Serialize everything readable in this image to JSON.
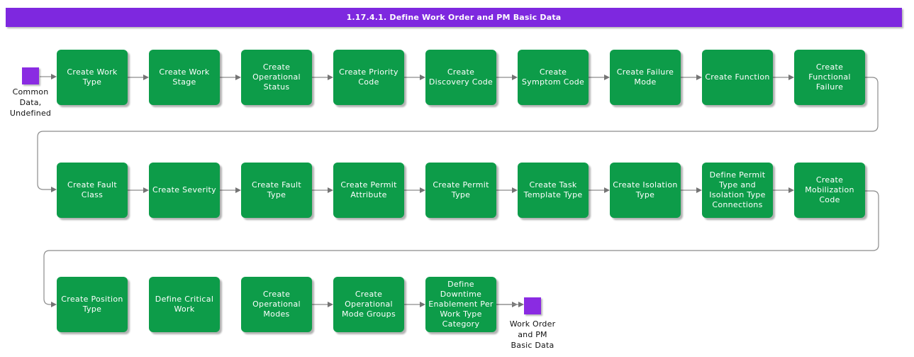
{
  "title": "1.17.4.1. Define Work Order and PM Basic Data",
  "colors": {
    "title_bar": "#7e28df",
    "activity_box": "#0d9c49",
    "activity_text": "#ffffff",
    "data_marker": "#8a2be2",
    "connector": "#8c8c8c"
  },
  "start_node": {
    "label": "Common\nData,\nUndefined"
  },
  "end_node": {
    "label": "Work Order\nand PM\nBasic Data"
  },
  "rows": [
    {
      "boxes": [
        {
          "label": "Create Work\nType",
          "arrow_to_next": true
        },
        {
          "label": "Create Work\nStage",
          "arrow_to_next": true
        },
        {
          "label": "Create\nOperational\nStatus",
          "arrow_to_next": true
        },
        {
          "label": "Create Priority\nCode",
          "arrow_to_next": true
        },
        {
          "label": "Create\nDiscovery Code",
          "arrow_to_next": true
        },
        {
          "label": "Create\nSymptom Code",
          "arrow_to_next": true
        },
        {
          "label": "Create Failure\nMode",
          "arrow_to_next": true
        },
        {
          "label": "Create Function",
          "arrow_to_next": true
        },
        {
          "label": "Create\nFunctional\nFailure",
          "arrow_to_next": false
        }
      ]
    },
    {
      "boxes": [
        {
          "label": "Create Fault\nClass",
          "arrow_to_next": true
        },
        {
          "label": "Create Severity",
          "arrow_to_next": true
        },
        {
          "label": "Create Fault\nType",
          "arrow_to_next": true
        },
        {
          "label": "Create Permit\nAttribute",
          "arrow_to_next": true
        },
        {
          "label": "Create Permit\nType",
          "arrow_to_next": true
        },
        {
          "label": "Create Task\nTemplate Type",
          "arrow_to_next": true
        },
        {
          "label": "Create Isolation\nType",
          "arrow_to_next": true
        },
        {
          "label": "Define Permit\nType and\nIsolation Type\nConnections",
          "arrow_to_next": true
        },
        {
          "label": "Create\nMobilization\nCode",
          "arrow_to_next": false
        }
      ]
    },
    {
      "boxes": [
        {
          "label": "Create Position\nType",
          "arrow_to_next": false
        },
        {
          "label": "Define Critical\nWork",
          "arrow_to_next": false
        },
        {
          "label": "Create\nOperational\nModes",
          "arrow_to_next": true
        },
        {
          "label": "Create\nOperational\nMode Groups",
          "arrow_to_next": true
        },
        {
          "label": "Define\nDowntime\nEnablement Per\nWork Type\nCategory",
          "arrow_to_next": true
        }
      ]
    }
  ],
  "wrap_connectors": [
    {
      "from": "create-functional-failure",
      "to": "create-fault-class"
    },
    {
      "from": "create-mobilization-code",
      "to": "create-position-type"
    }
  ]
}
